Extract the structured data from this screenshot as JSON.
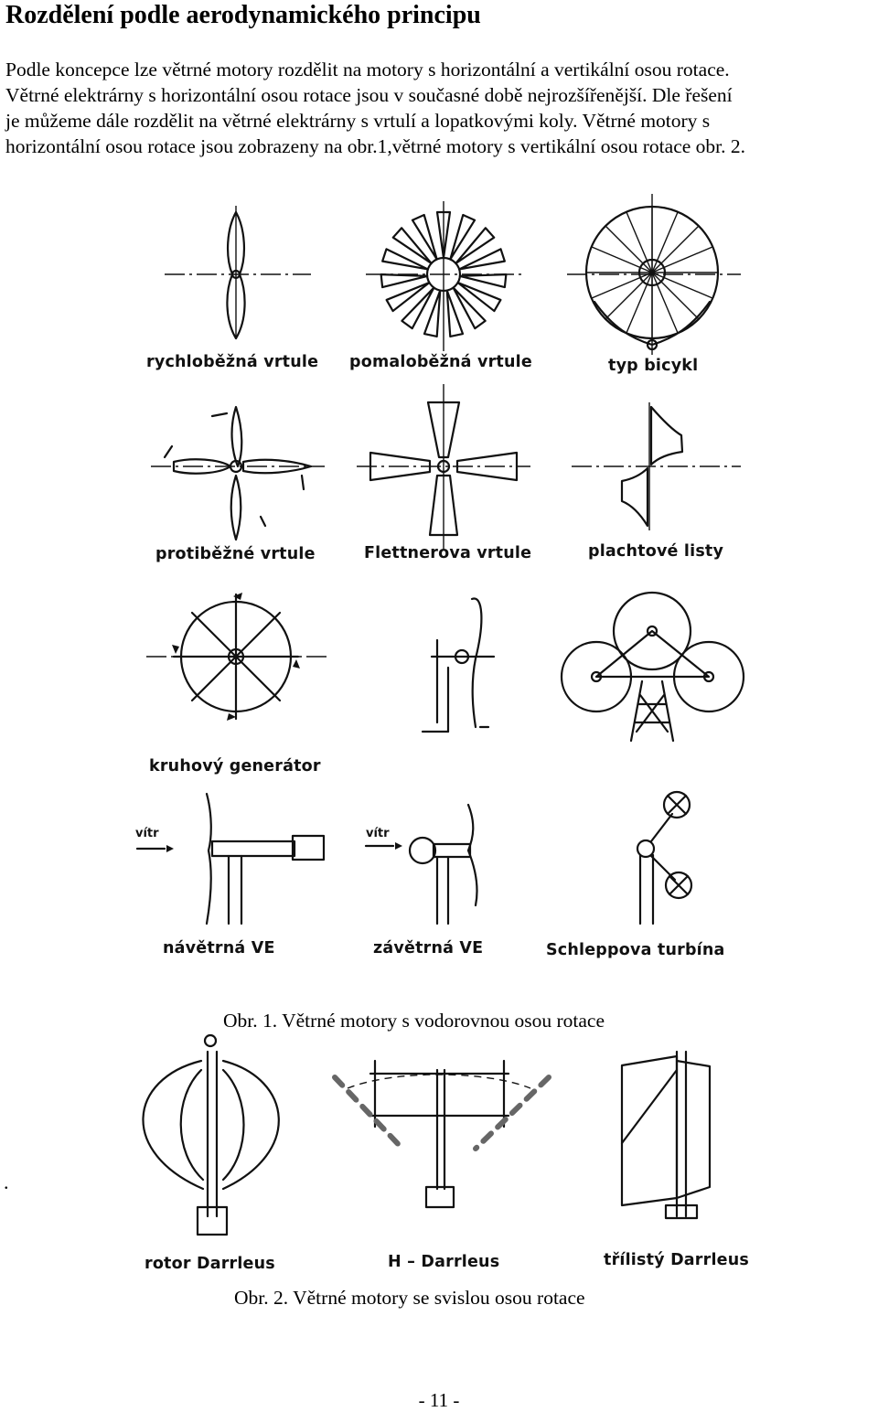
{
  "page": {
    "heading": "Rozdělení podle aerodynamického principu",
    "paragraph_lines": [
      "Podle koncepce lze větrné motory rozdělit na motory s horizontální a vertikální osou rotace.",
      "Větrné elektrárny s horizontální osou rotace jsou v současné době nejrozšířenější. Dle řešení",
      "je můžeme dále rozdělit na větrné elektrárny s vrtulí a lopatkovými koly. Větrné motory s",
      "horizontální osou rotace jsou zobrazeny na obr.1,větrné motory s vertikální osou rotace obr. 2."
    ],
    "page_number": "- 11 -",
    "stray_dot": "."
  },
  "figure1": {
    "caption": "Obr. 1. Větrné motory s vodorovnou osou rotace",
    "labels": {
      "rychlobezna": "rychloběžná vrtule",
      "pomalobezna": "pomaloběžná vrtule",
      "bicykl": "typ bicykl",
      "protibezne": "protiběžné vrtule",
      "flettner": "Flettnerova vrtule",
      "plachtove": "plachtové listy",
      "kruhovy": "kruhový generátor",
      "navetrna": "návětrná VE",
      "zavetrna": "závětrná VE",
      "schlepp": "Schleppova turbína",
      "vitr1": "vítr",
      "vitr2": "vítr"
    }
  },
  "figure2": {
    "caption": "Obr. 2. Větrné motory se svislou osou rotace",
    "labels": {
      "rotor": "rotor Darrleus",
      "h": "H – Darrleus",
      "trilisty": "třílistý Darrleus"
    }
  }
}
